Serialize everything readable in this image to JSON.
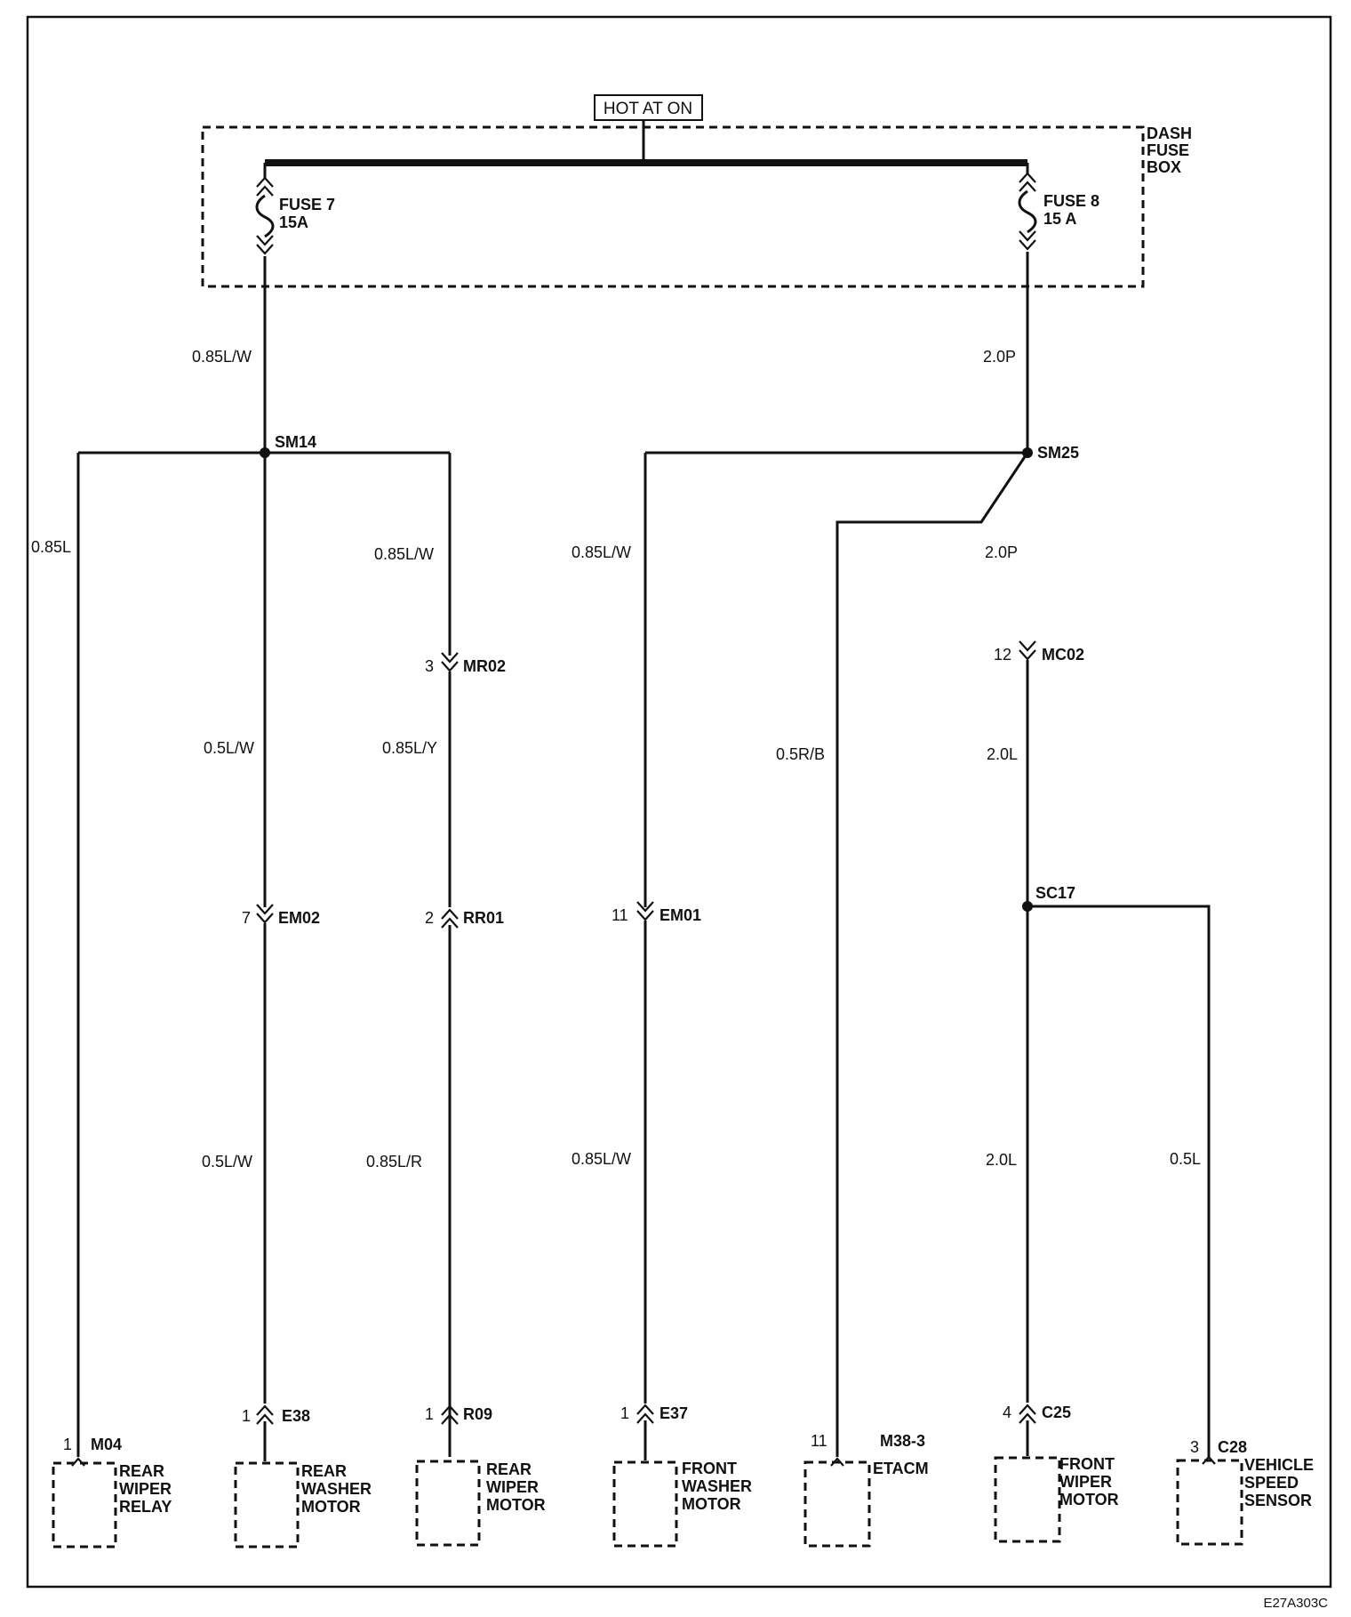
{
  "title_box": "HOT AT ON",
  "fuse_box_label": [
    "DASH",
    "FUSE",
    "BOX"
  ],
  "fuses": [
    {
      "name": "FUSE 7",
      "rating": "15A"
    },
    {
      "name": "FUSE 8",
      "rating": "15 A"
    }
  ],
  "wires": {
    "fuse7_out": "0.85L/W",
    "fuse8_out": "2.0P",
    "relay": "0.85L",
    "washer_upper": "0.5L/W",
    "washer_lower": "0.5L/W",
    "wiper_upper": "0.85L/W",
    "wiper_mid": "0.85L/Y",
    "wiper_lower": "0.85L/R",
    "front_washer_upper": "0.85L/W",
    "front_washer_lower": "0.85L/W",
    "etacm": "0.5R/B",
    "sm25_down": "2.0P",
    "mc02_down": "2.0L",
    "front_wiper": "2.0L",
    "speed_sensor": "0.5L"
  },
  "splices": {
    "sm14": "SM14",
    "sm25": "SM25",
    "sc17": "SC17"
  },
  "connectors": {
    "mr02": {
      "pin": "3",
      "name": "MR02"
    },
    "mc02": {
      "pin": "12",
      "name": "MC02"
    },
    "em02": {
      "pin": "7",
      "name": "EM02"
    },
    "rr01": {
      "pin": "2",
      "name": "RR01"
    },
    "em01": {
      "pin": "11",
      "name": "EM01"
    }
  },
  "components": [
    {
      "pin": "1",
      "conn": "M04",
      "label": [
        "REAR",
        "WIPER",
        "RELAY"
      ]
    },
    {
      "pin": "1",
      "conn": "E38",
      "label": [
        "REAR",
        "WASHER",
        "MOTOR"
      ]
    },
    {
      "pin": "1",
      "conn": "R09",
      "label": [
        "REAR",
        "WIPER",
        "MOTOR"
      ]
    },
    {
      "pin": "1",
      "conn": "E37",
      "label": [
        "FRONT",
        "WASHER",
        "MOTOR"
      ]
    },
    {
      "pin": "11",
      "conn": "M38-3",
      "label": [
        "ETACM"
      ]
    },
    {
      "pin": "4",
      "conn": "C25",
      "label": [
        "FRONT",
        "WIPER",
        "MOTOR"
      ]
    },
    {
      "pin": "3",
      "conn": "C28",
      "label": [
        "VEHICLE",
        "SPEED",
        "SENSOR"
      ]
    }
  ],
  "figure_code": "E27A303C"
}
